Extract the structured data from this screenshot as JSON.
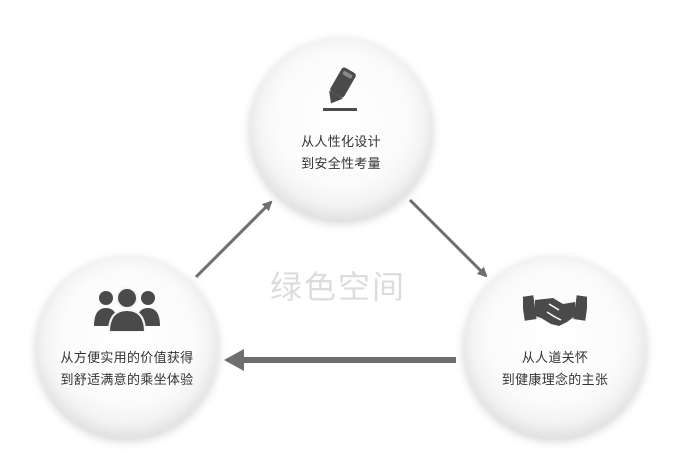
{
  "nodes": {
    "top": {
      "line1": "从人性化设计",
      "line2": "到安全性考量",
      "icon": "pen-icon"
    },
    "right": {
      "line1": "从人道关怀",
      "line2": "到健康理念的主张",
      "icon": "handshake-icon"
    },
    "left": {
      "line1": "从方便实用的价值获得",
      "line2": "到舒适满意的乘坐体验",
      "icon": "people-icon"
    }
  },
  "watermark": "绿色空间",
  "colors": {
    "arrow": "#6e6e6e",
    "icon": "#4a4a4a",
    "text": "#333333"
  }
}
